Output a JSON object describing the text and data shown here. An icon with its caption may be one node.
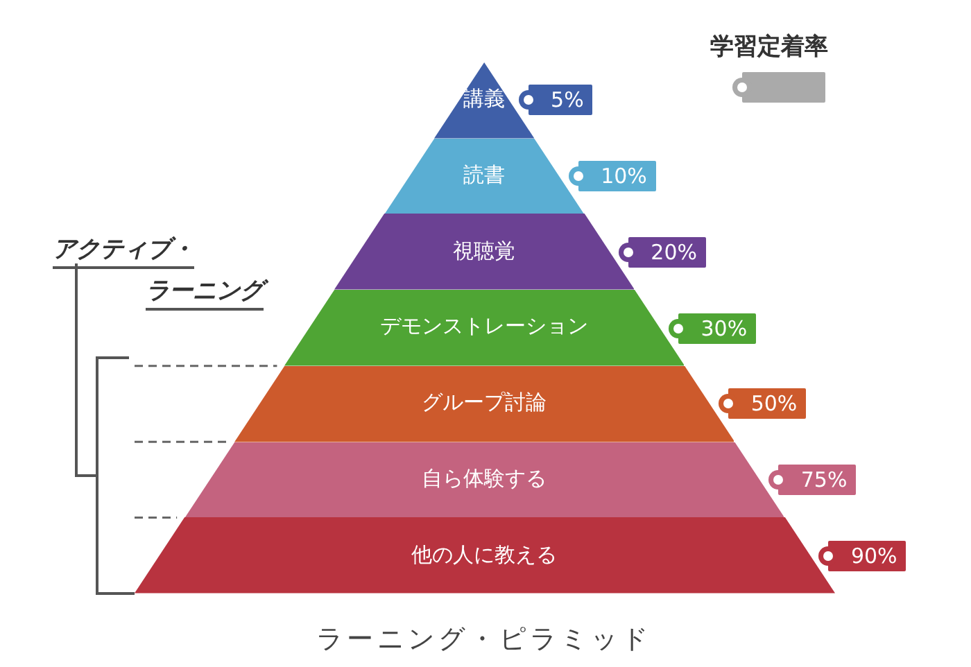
{
  "diagram": {
    "caption": "ラーニング・ピラミッド",
    "nodes": [
      {
        "text": [
          "講義"
        ],
        "beside": [
          "5%"
        ]
      },
      {
        "text": [
          "読書"
        ],
        "beside": [
          "10%"
        ]
      },
      {
        "text": [
          "視聴覚"
        ],
        "beside": [
          "20%"
        ]
      },
      {
        "text": [
          "デモンストレーション"
        ],
        "beside": [
          "30%"
        ]
      },
      {
        "text": [
          "グループ討論"
        ],
        "beside": [
          "50%"
        ]
      },
      {
        "text": [
          "自ら体験する"
        ],
        "beside": [
          "75%"
        ]
      },
      {
        "text": [
          "他の人に教える"
        ],
        "beside": [
          "90%"
        ]
      }
    ],
    "edges": [],
    "labels": [
      "アクティブ・",
      "ラーニング"
    ],
    "legend": [
      {
        "text": "学習定着率"
      }
    ]
  }
}
